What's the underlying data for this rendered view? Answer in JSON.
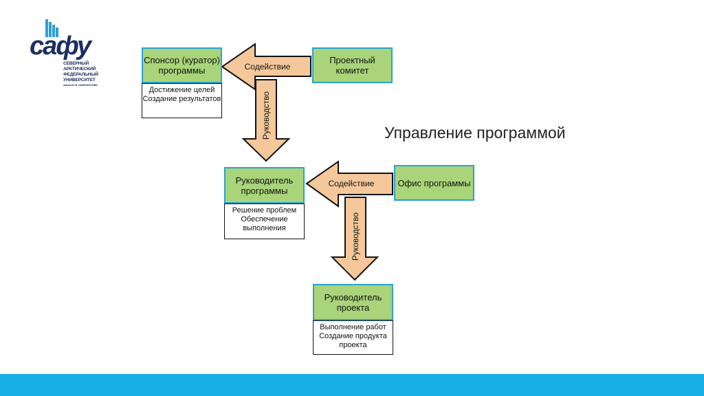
{
  "logo": {
    "brand": "сафу",
    "lines": [
      "СЕВЕРНЫЙ",
      "АРКТИЧЕСКИЙ",
      "ФЕДЕРАЛЬНЫЙ",
      "УНИВЕРСИТЕТ"
    ],
    "subline": "имени М. В. ЛОМОНОСОВА",
    "color": "#1c2f63"
  },
  "title": "Управление программой",
  "boxes": {
    "sponsor": {
      "label": "Спонсор (куратор) программы",
      "tasks": [
        "Достижение целей",
        "Создание результатов"
      ]
    },
    "committee": {
      "label": "Проектный комитет"
    },
    "program_manager": {
      "label": "Руководитель программы",
      "tasks": [
        "Решение проблем",
        "Обеспечение выполнения"
      ]
    },
    "office": {
      "label": "Офис программы"
    },
    "project_manager": {
      "label": "Руководитель проекта",
      "tasks": [
        "Выполнение работ",
        "Создание продукта проекта"
      ]
    }
  },
  "arrows": {
    "support_1": "Содействие",
    "guidance_1": "Руководство",
    "support_2": "Содействие",
    "guidance_2": "Руководство"
  },
  "colors": {
    "box_fill": "#a9d47a",
    "box_border": "#2aa1d3",
    "arrow_fill": "#f4c89a",
    "footer": "#18aee6"
  }
}
